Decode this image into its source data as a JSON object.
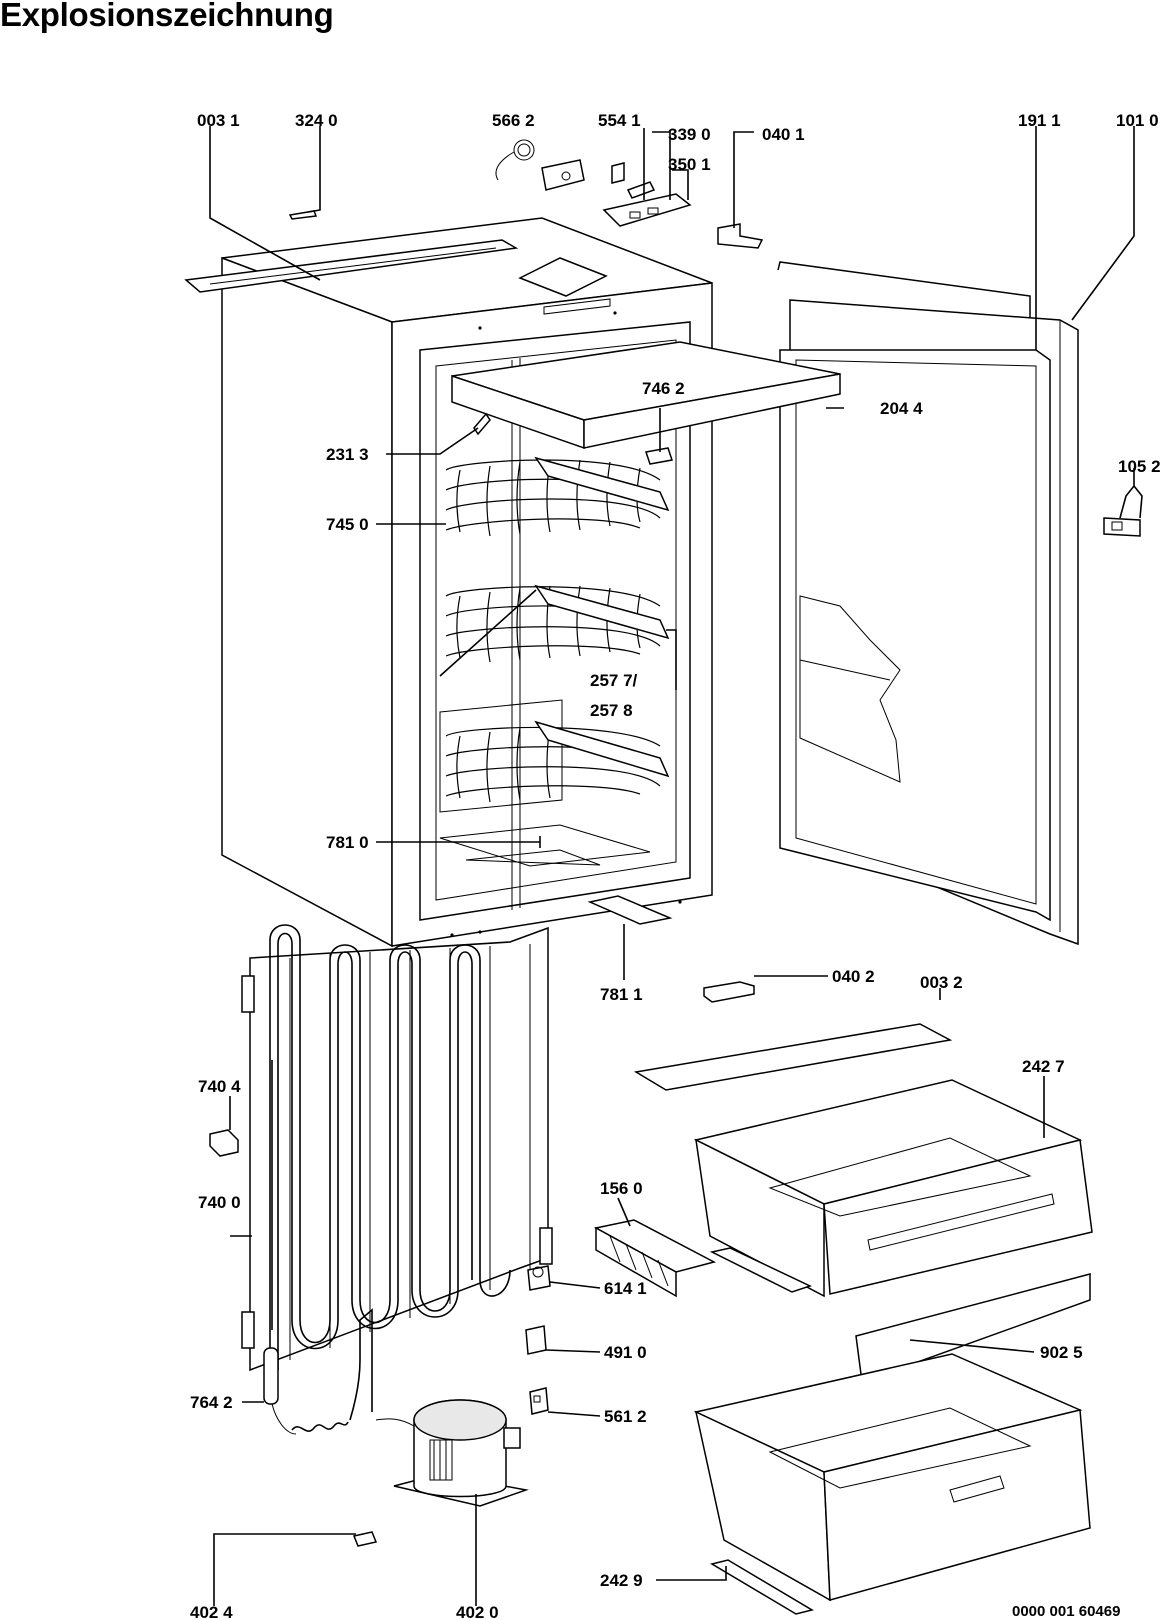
{
  "title": "Explosionszeichnung",
  "document_number": "0000 001 60469",
  "part_labels": {
    "p0031": "003 1",
    "p3240": "324 0",
    "p5662": "566 2",
    "p5541": "554 1",
    "p3390": "339 0",
    "p0401": "040 1",
    "p3501": "350 1",
    "p1911": "191 1",
    "p1010": "101 0",
    "p7462": "746 2",
    "p2044": "204 4",
    "p2313": "231 3",
    "p1052": "105 2",
    "p7450": "745 0",
    "p2577": "257 7/",
    "p2578": "257 8",
    "p7810": "781 0",
    "p7811": "781 1",
    "p0402": "040 2",
    "p0032": "003 2",
    "p7404": "740 4",
    "p2427": "242 7",
    "p7400": "740 0",
    "p1560": "156 0",
    "p6141": "614 1",
    "p9025": "902 5",
    "p4910": "491 0",
    "p7642": "764 2",
    "p5612": "561 2",
    "p2429": "242 9",
    "p4024": "402 4",
    "p4020": "402 0"
  },
  "colors": {
    "ink": "#000000",
    "paper": "#ffffff",
    "shade": "#e8e8e8"
  }
}
